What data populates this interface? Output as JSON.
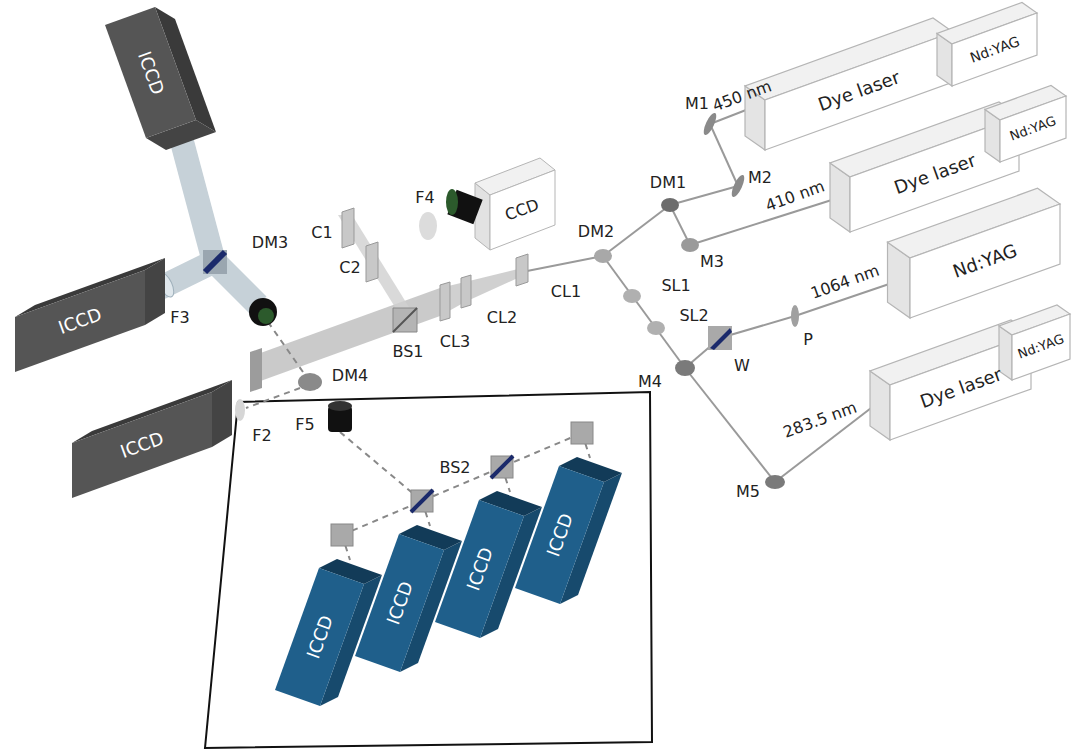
{
  "diagram": {
    "nodes": [
      {
        "text": [
          "Dye laser"
        ]
      },
      {
        "text": [
          "Nd:YAG"
        ]
      },
      {
        "text": [
          "Dye laser"
        ]
      },
      {
        "text": [
          "Nd:YAG"
        ]
      },
      {
        "text": [
          "Nd:YAG"
        ]
      },
      {
        "text": [
          "Dye laser"
        ]
      },
      {
        "text": [
          "Nd:YAG"
        ]
      },
      {
        "text": [
          "ICCD"
        ]
      },
      {
        "text": [
          "CCD"
        ]
      },
      {
        "text": [
          "ICCD"
        ]
      },
      {
        "text": [
          "ICCD"
        ]
      },
      {
        "text": [
          "ICCD"
        ]
      },
      {
        "text": [
          "ICCD"
        ]
      },
      {
        "text": [
          "ICCD"
        ]
      },
      {
        "text": [
          "ICCD"
        ]
      }
    ],
    "labels": [
      "450 nm",
      "M1",
      "M2",
      "DM1",
      "410 nm",
      "M3",
      "DM2",
      "CL1",
      "SL1",
      "SL2",
      "1064 nm",
      "P",
      "W",
      "M4",
      "283.5 nm",
      "M5",
      "DM3",
      "C1",
      "C2",
      "F4",
      "F3",
      "CL2",
      "CL3",
      "BS1",
      "F2",
      "DM4",
      "F5",
      "BS2"
    ]
  }
}
